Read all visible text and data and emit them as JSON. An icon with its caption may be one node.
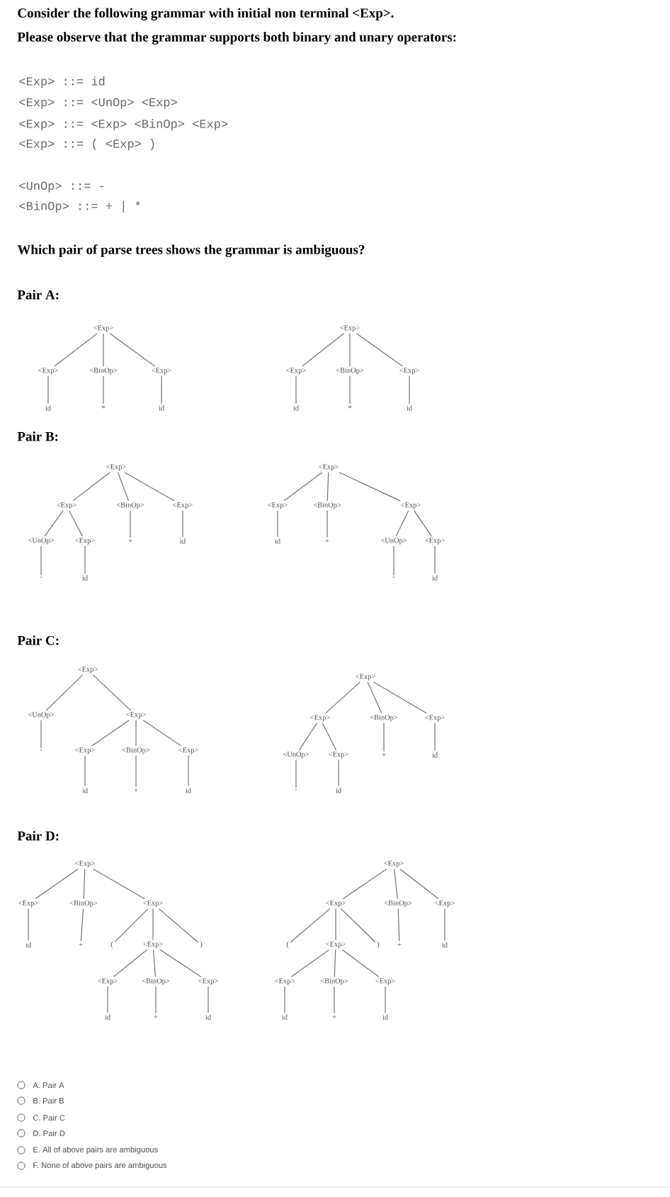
{
  "diagram": {
    "title": "Consider the following grammar with initial non terminal <Exp>.",
    "nodes": [
      {
        "text": [
          "<Exp>"
        ]
      },
      {
        "text": [
          "<Exp>"
        ]
      },
      {
        "text": [
          "<BinOp>"
        ]
      },
      {
        "text": [
          "<Exp>"
        ]
      },
      {
        "text": [
          "id"
        ]
      },
      {
        "text": [
          "*"
        ]
      },
      {
        "text": [
          "id"
        ]
      },
      {
        "text": [
          "<Exp>"
        ]
      },
      {
        "text": [
          "<Exp>"
        ]
      },
      {
        "text": [
          "<BinOp>"
        ]
      },
      {
        "text": [
          "<Exp>"
        ]
      },
      {
        "text": [
          "id"
        ]
      },
      {
        "text": [
          "*"
        ]
      },
      {
        "text": [
          "id"
        ]
      },
      {
        "text": [
          "<Exp>"
        ]
      },
      {
        "text": [
          "<Exp>"
        ]
      },
      {
        "text": [
          "<BinOp>"
        ]
      },
      {
        "text": [
          "<Exp>"
        ]
      },
      {
        "text": [
          "<UnOp>"
        ]
      },
      {
        "text": [
          "<Exp>"
        ]
      },
      {
        "text": [
          "+"
        ]
      },
      {
        "text": [
          "id"
        ]
      },
      {
        "text": [
          "-"
        ]
      },
      {
        "text": [
          "id"
        ]
      },
      {
        "text": [
          "<Exp>"
        ]
      },
      {
        "text": [
          "<Exp>"
        ]
      },
      {
        "text": [
          "<BinOp>"
        ]
      },
      {
        "text": [
          "<Exp>"
        ]
      },
      {
        "text": [
          "id"
        ]
      },
      {
        "text": [
          "+"
        ]
      },
      {
        "text": [
          "<UnOp>"
        ]
      },
      {
        "text": [
          "<Exp>"
        ]
      },
      {
        "text": [
          "-"
        ]
      },
      {
        "text": [
          "id"
        ]
      },
      {
        "text": [
          "<Exp>"
        ]
      },
      {
        "text": [
          "<UnOp>"
        ]
      },
      {
        "text": [
          "<Exp>"
        ]
      },
      {
        "text": [
          "-"
        ]
      },
      {
        "text": [
          "<Exp>"
        ]
      },
      {
        "text": [
          "<BinOp>"
        ]
      },
      {
        "text": [
          "<Exp>"
        ]
      },
      {
        "text": [
          "id"
        ]
      },
      {
        "text": [
          "+"
        ]
      },
      {
        "text": [
          "id"
        ]
      },
      {
        "text": [
          "<Exp>"
        ]
      },
      {
        "text": [
          "<Exp>"
        ]
      },
      {
        "text": [
          "<BinOp>"
        ]
      },
      {
        "text": [
          "<Exp>"
        ]
      },
      {
        "text": [
          "<UnOp>"
        ]
      },
      {
        "text": [
          "<Exp>"
        ]
      },
      {
        "text": [
          "+"
        ]
      },
      {
        "text": [
          "id"
        ]
      },
      {
        "text": [
          "-"
        ]
      },
      {
        "text": [
          "id"
        ]
      },
      {
        "text": [
          "<Exp>"
        ]
      },
      {
        "text": [
          "<Exp>"
        ]
      },
      {
        "text": [
          "<BinOp>"
        ]
      },
      {
        "text": [
          "<Exp>"
        ]
      },
      {
        "text": [
          "id"
        ]
      },
      {
        "text": [
          "+"
        ]
      },
      {
        "text": [
          "("
        ]
      },
      {
        "text": [
          "<Exp>"
        ]
      },
      {
        "text": [
          ")"
        ]
      },
      {
        "text": [
          "<Exp>"
        ]
      },
      {
        "text": [
          "<BinOp>"
        ]
      },
      {
        "text": [
          "<Exp>"
        ]
      },
      {
        "text": [
          "id"
        ]
      },
      {
        "text": [
          "+"
        ]
      },
      {
        "text": [
          "id"
        ]
      },
      {
        "text": [
          "<Exp>"
        ]
      },
      {
        "text": [
          "<Exp>"
        ]
      },
      {
        "text": [
          "<BinOp>"
        ]
      },
      {
        "text": [
          "<Exp>"
        ]
      },
      {
        "text": [
          "("
        ]
      },
      {
        "text": [
          "<Exp>"
        ]
      },
      {
        "text": [
          ")"
        ]
      },
      {
        "text": [
          "+"
        ]
      },
      {
        "text": [
          "id"
        ]
      },
      {
        "text": [
          "<Exp>"
        ]
      },
      {
        "text": [
          "<BinOp>"
        ]
      },
      {
        "text": [
          "<Exp>"
        ]
      },
      {
        "text": [
          "id"
        ]
      },
      {
        "text": [
          "+"
        ]
      },
      {
        "text": [
          "id"
        ]
      }
    ],
    "edges": [
      {
        "from": 0,
        "to": 1,
        "arrow": "none"
      },
      {
        "from": 0,
        "to": 2,
        "arrow": "none"
      },
      {
        "from": 0,
        "to": 3,
        "arrow": "none"
      },
      {
        "from": 1,
        "to": 4,
        "arrow": "none"
      },
      {
        "from": 2,
        "to": 5,
        "arrow": "none"
      },
      {
        "from": 3,
        "to": 6,
        "arrow": "none"
      },
      {
        "from": 7,
        "to": 8,
        "arrow": "none"
      },
      {
        "from": 7,
        "to": 9,
        "arrow": "none"
      },
      {
        "from": 7,
        "to": 10,
        "arrow": "none"
      },
      {
        "from": 8,
        "to": 11,
        "arrow": "none"
      },
      {
        "from": 9,
        "to": 12,
        "arrow": "none"
      },
      {
        "from": 10,
        "to": 13,
        "arrow": "none"
      },
      {
        "from": 14,
        "to": 15,
        "arrow": "none"
      },
      {
        "from": 14,
        "to": 16,
        "arrow": "none"
      },
      {
        "from": 14,
        "to": 17,
        "arrow": "none"
      },
      {
        "from": 15,
        "to": 18,
        "arrow": "none"
      },
      {
        "from": 15,
        "to": 19,
        "arrow": "none"
      },
      {
        "from": 16,
        "to": 20,
        "arrow": "none"
      },
      {
        "from": 17,
        "to": 21,
        "arrow": "none"
      },
      {
        "from": 18,
        "to": 22,
        "arrow": "none"
      },
      {
        "from": 19,
        "to": 23,
        "arrow": "none"
      },
      {
        "from": 24,
        "to": 25,
        "arrow": "none"
      },
      {
        "from": 24,
        "to": 26,
        "arrow": "none"
      },
      {
        "from": 24,
        "to": 27,
        "arrow": "none"
      },
      {
        "from": 25,
        "to": 28,
        "arrow": "none"
      },
      {
        "from": 26,
        "to": 29,
        "arrow": "none"
      },
      {
        "from": 27,
        "to": 30,
        "arrow": "none"
      },
      {
        "from": 27,
        "to": 31,
        "arrow": "none"
      },
      {
        "from": 30,
        "to": 32,
        "arrow": "none"
      },
      {
        "from": 31,
        "to": 33,
        "arrow": "none"
      },
      {
        "from": 34,
        "to": 35,
        "arrow": "none"
      },
      {
        "from": 34,
        "to": 36,
        "arrow": "none"
      },
      {
        "from": 35,
        "to": 37,
        "arrow": "none"
      },
      {
        "from": 36,
        "to": 38,
        "arrow": "none"
      },
      {
        "from": 36,
        "to": 39,
        "arrow": "none"
      },
      {
        "from": 36,
        "to": 40,
        "arrow": "none"
      },
      {
        "from": 38,
        "to": 41,
        "arrow": "none"
      },
      {
        "from": 39,
        "to": 42,
        "arrow": "none"
      },
      {
        "from": 40,
        "to": 43,
        "arrow": "none"
      },
      {
        "from": 44,
        "to": 45,
        "arrow": "none"
      },
      {
        "from": 44,
        "to": 46,
        "arrow": "none"
      },
      {
        "from": 44,
        "to": 47,
        "arrow": "none"
      },
      {
        "from": 45,
        "to": 48,
        "arrow": "none"
      },
      {
        "from": 45,
        "to": 49,
        "arrow": "none"
      },
      {
        "from": 46,
        "to": 50,
        "arrow": "none"
      },
      {
        "from": 47,
        "to": 51,
        "arrow": "none"
      },
      {
        "from": 48,
        "to": 52,
        "arrow": "none"
      },
      {
        "from": 49,
        "to": 53,
        "arrow": "none"
      },
      {
        "from": 54,
        "to": 55,
        "arrow": "none"
      },
      {
        "from": 54,
        "to": 56,
        "arrow": "none"
      },
      {
        "from": 54,
        "to": 57,
        "arrow": "none"
      },
      {
        "from": 55,
        "to": 58,
        "arrow": "none"
      },
      {
        "from": 56,
        "to": 59,
        "arrow": "none"
      },
      {
        "from": 57,
        "to": 60,
        "arrow": "none"
      },
      {
        "from": 57,
        "to": 61,
        "arrow": "none"
      },
      {
        "from": 57,
        "to": 62,
        "arrow": "none"
      },
      {
        "from": 61,
        "to": 63,
        "arrow": "none"
      },
      {
        "from": 61,
        "to": 64,
        "arrow": "none"
      },
      {
        "from": 61,
        "to": 65,
        "arrow": "none"
      },
      {
        "from": 63,
        "to": 66,
        "arrow": "none"
      },
      {
        "from": 64,
        "to": 67,
        "arrow": "none"
      },
      {
        "from": 65,
        "to": 68,
        "arrow": "none"
      },
      {
        "from": 69,
        "to": 70,
        "arrow": "none"
      },
      {
        "from": 69,
        "to": 71,
        "arrow": "none"
      },
      {
        "from": 69,
        "to": 72,
        "arrow": "none"
      },
      {
        "from": 70,
        "to": 73,
        "arrow": "none"
      },
      {
        "from": 70,
        "to": 74,
        "arrow": "none"
      },
      {
        "from": 70,
        "to": 75,
        "arrow": "none"
      },
      {
        "from": 71,
        "to": 76,
        "arrow": "none"
      },
      {
        "from": 72,
        "to": 77,
        "arrow": "none"
      },
      {
        "from": 74,
        "to": 78,
        "arrow": "none"
      },
      {
        "from": 74,
        "to": 79,
        "arrow": "none"
      },
      {
        "from": 74,
        "to": 80,
        "arrow": "none"
      },
      {
        "from": 78,
        "to": 81,
        "arrow": "none"
      },
      {
        "from": 79,
        "to": 82,
        "arrow": "none"
      },
      {
        "from": 80,
        "to": 83,
        "arrow": "none"
      }
    ],
    "labels": [
      "Please observe that the grammar supports both binary and unary operators:",
      "<Exp> ::= id",
      "<Exp> ::= <UnOp> <Exp>",
      "<Exp> ::= <Exp> <BinOp> <Exp>",
      "<Exp> ::= ( <Exp> )",
      "<UnOp> ::= -",
      "<BinOp> ::= + | *",
      "Which pair of parse trees shows the grammar is ambiguous?",
      "Pair A:",
      "Pair B:",
      "Pair C:",
      "Pair D:",
      "A. Pair A",
      "B. Pair B",
      "C. Pair C",
      "D. Pair D",
      "E. All of above pairs are ambiguous",
      "F. None of above pairs are ambiguous"
    ]
  }
}
